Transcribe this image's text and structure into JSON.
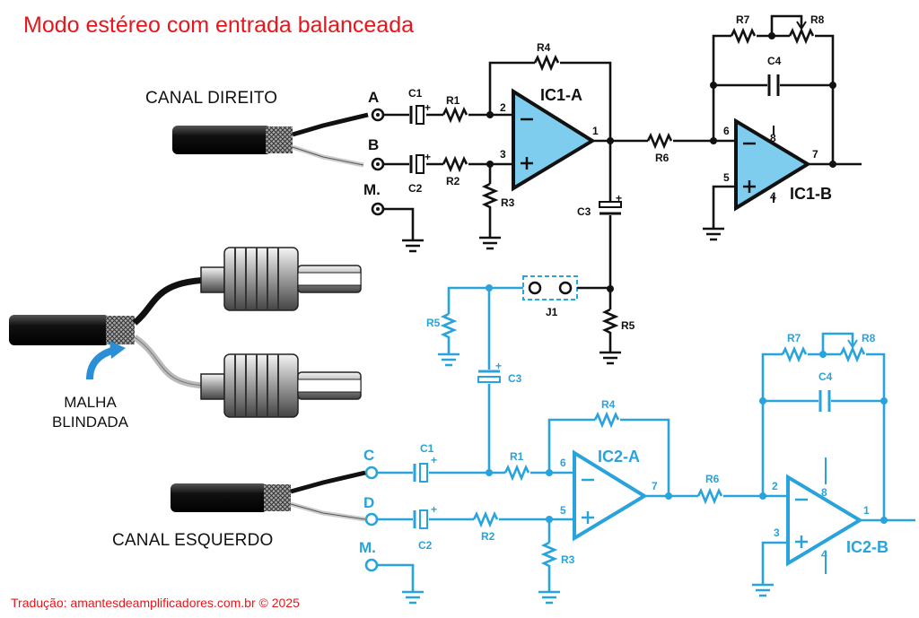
{
  "title": "Modo estéreo com entrada balanceada",
  "credit": "Tradução: amantesdeamplificadores.com.br © 2025",
  "channels": {
    "right": "CANAL DIREITO",
    "left": "CANAL ESQUERDO"
  },
  "shield": {
    "line1": "MALHA",
    "line2": "BLINDADA"
  },
  "colors": {
    "title": "#e8161b",
    "circuit_black": "#111111",
    "circuit_blue": "#29a3dc",
    "opamp_fill": "#7fcdee"
  },
  "top_circuit": {
    "terminals": [
      "A",
      "B",
      "M."
    ],
    "components": {
      "c1": "C1",
      "c2": "C2",
      "c3": "C3",
      "c4": "C4",
      "r1": "R1",
      "r2": "R2",
      "r3": "R3",
      "r4": "R4",
      "r5": "R5",
      "r6": "R6",
      "r7": "R7",
      "r8": "R8",
      "j1": "J1"
    },
    "ic_a": {
      "name": "IC1-A",
      "pins": [
        "2",
        "3",
        "1"
      ]
    },
    "ic_b": {
      "name": "IC1-B",
      "pins": [
        "6",
        "5",
        "7",
        "8",
        "4"
      ]
    }
  },
  "bottom_circuit": {
    "terminals": [
      "C",
      "D",
      "M."
    ],
    "components": {
      "c1": "C1",
      "c2": "C2",
      "c3": "C3",
      "c4": "C4",
      "r1": "R1",
      "r2": "R2",
      "r3": "R3",
      "r4": "R4",
      "r5": "R5",
      "r6": "R6",
      "r7": "R7",
      "r8": "R8"
    },
    "ic_a": {
      "name": "IC2-A",
      "pins": [
        "6",
        "5",
        "7"
      ]
    },
    "ic_b": {
      "name": "IC2-B",
      "pins": [
        "2",
        "3",
        "1",
        "8",
        "4"
      ]
    }
  }
}
